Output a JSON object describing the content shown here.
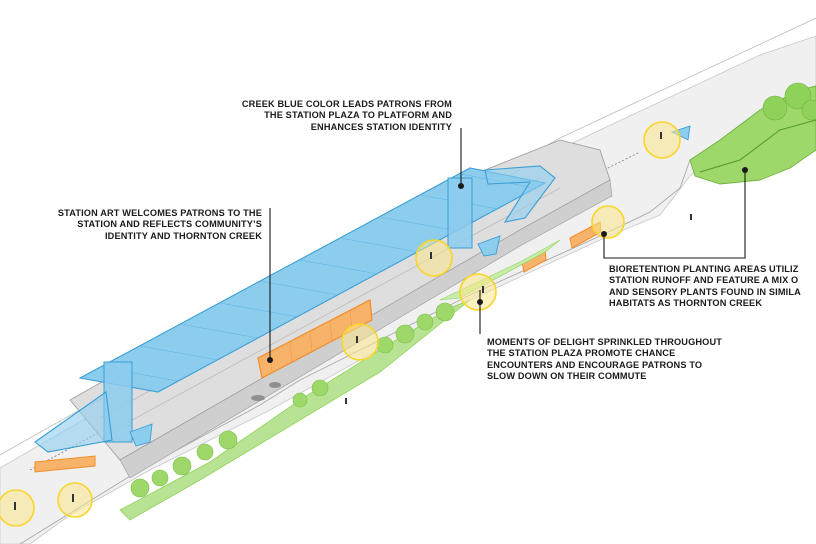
{
  "callouts": {
    "creek_blue": "CREEK BLUE COLOR LEADS PATRONS FROM\nTHE STATION PLAZA TO PLATFORM AND\nENHANCES STATION IDENTITY",
    "station_art": "STATION ART WELCOMES PATRONS TO THE\nSTATION AND REFLECTS COMMUNITY’S\nIDENTITY AND THORNTON CREEK",
    "bioretention": "BIORETENTION PLANTING AREAS UTILIZ\nSTATION RUNOFF AND FEATURE A MIX O\nAND SENSORY PLANTS FOUND IN SIMILA\nHABITATS AS THORNTON CREEK",
    "moments_delight": "MOMENTS OF DELIGHT SPRINKLED THROUGHOUT\nTHE STATION PLAZA PROMOTE CHANCE\nENCOUNTERS AND ENCOURAGE PATRONS TO\nSLOW DOWN ON THEIR COMMUTE"
  },
  "colors": {
    "creek_blue": "#8ccdee",
    "creek_blue_stroke": "#3a9fd6",
    "station_art": "#f28c28",
    "planting_green": "#8fd25a",
    "delight_yellow": "#f7d52a",
    "ground": "#eeeeee",
    "structure": "#d9d9d9",
    "leader": "#1a1a1a"
  }
}
